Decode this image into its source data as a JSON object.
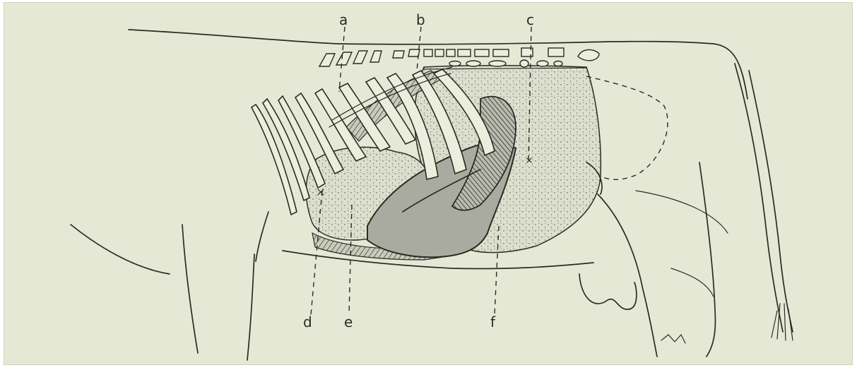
{
  "labels": {
    "a": "a",
    "b": "b",
    "c": "c",
    "d": "d",
    "e": "e",
    "f": "f"
  },
  "colors": {
    "background": "#e6e8d6",
    "ink": "#2b2a24",
    "stipple_fill": "#d9dccb",
    "dark_organ": "#8b8d83",
    "mid_organ": "#a7a9a0"
  }
}
